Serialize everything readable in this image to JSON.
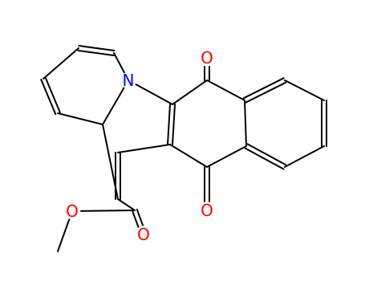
{
  "molecule": {
    "atoms": [
      {
        "id": "a1",
        "element": "C",
        "label": ""
      },
      {
        "id": "a2",
        "element": "C",
        "label": ""
      },
      {
        "id": "a3",
        "element": "C",
        "label": ""
      },
      {
        "id": "a4",
        "element": "C",
        "label": ""
      },
      {
        "id": "a5",
        "element": "C",
        "label": ""
      },
      {
        "id": "n6",
        "element": "N",
        "label": "N"
      },
      {
        "id": "a7",
        "element": "C",
        "label": ""
      },
      {
        "id": "a8",
        "element": "C",
        "label": ""
      },
      {
        "id": "a9",
        "element": "C",
        "label": ""
      },
      {
        "id": "a10",
        "element": "C",
        "label": ""
      },
      {
        "id": "o11",
        "element": "O",
        "label": "O"
      },
      {
        "id": "a12",
        "element": "C",
        "label": ""
      },
      {
        "id": "a13",
        "element": "C",
        "label": ""
      },
      {
        "id": "a14",
        "element": "C",
        "label": ""
      },
      {
        "id": "a15",
        "element": "C",
        "label": ""
      },
      {
        "id": "a16",
        "element": "C",
        "label": ""
      },
      {
        "id": "a17",
        "element": "C",
        "label": ""
      },
      {
        "id": "a18",
        "element": "C",
        "label": ""
      },
      {
        "id": "o19",
        "element": "O",
        "label": "O"
      },
      {
        "id": "a20",
        "element": "C",
        "label": ""
      },
      {
        "id": "a21",
        "element": "C",
        "label": ""
      },
      {
        "id": "o22",
        "element": "O",
        "label": "O"
      },
      {
        "id": "o23",
        "element": "O",
        "label": "O"
      },
      {
        "id": "a24",
        "element": "C",
        "label": ""
      }
    ],
    "bonds": [
      {
        "id": "b1",
        "from": "a1",
        "to": "a2",
        "order": 2
      },
      {
        "id": "b2",
        "from": "a2",
        "to": "a3",
        "order": 1
      },
      {
        "id": "b3",
        "from": "a3",
        "to": "a4",
        "order": 2
      },
      {
        "id": "b4",
        "from": "a4",
        "to": "a5",
        "order": 1
      },
      {
        "id": "b5",
        "from": "a5",
        "to": "n6",
        "order": 1
      },
      {
        "id": "b6",
        "from": "n6",
        "to": "a1",
        "order": 1
      },
      {
        "id": "b7",
        "from": "n6",
        "to": "a7",
        "order": 1
      },
      {
        "id": "b8",
        "from": "a7",
        "to": "a8",
        "order": 2
      },
      {
        "id": "b9",
        "from": "a8",
        "to": "a9",
        "order": 1
      },
      {
        "id": "b10",
        "from": "a9",
        "to": "a20",
        "order": 2
      },
      {
        "id": "b11",
        "from": "a20",
        "to": "a5",
        "order": 1
      },
      {
        "id": "b12",
        "from": "a7",
        "to": "a10",
        "order": 1
      },
      {
        "id": "b13",
        "from": "a10",
        "to": "o11",
        "order": 2
      },
      {
        "id": "b14",
        "from": "a10",
        "to": "a12",
        "order": 1
      },
      {
        "id": "b15",
        "from": "a12",
        "to": "a13",
        "order": 2
      },
      {
        "id": "b16",
        "from": "a13",
        "to": "a14",
        "order": 1
      },
      {
        "id": "b17",
        "from": "a14",
        "to": "a15",
        "order": 2
      },
      {
        "id": "b18",
        "from": "a15",
        "to": "a16",
        "order": 1
      },
      {
        "id": "b19",
        "from": "a16",
        "to": "a17",
        "order": 2
      },
      {
        "id": "b20",
        "from": "a17",
        "to": "a12",
        "order": 1
      },
      {
        "id": "b21",
        "from": "a17",
        "to": "a18",
        "order": 1
      },
      {
        "id": "b22",
        "from": "a18",
        "to": "o19",
        "order": 2
      },
      {
        "id": "b23",
        "from": "a18",
        "to": "a8",
        "order": 1
      },
      {
        "id": "b24",
        "from": "a20",
        "to": "a21",
        "order": 1
      },
      {
        "id": "b25",
        "from": "a21",
        "to": "o22",
        "order": 2
      },
      {
        "id": "b26",
        "from": "a21",
        "to": "o23",
        "order": 1
      },
      {
        "id": "b27",
        "from": "o23",
        "to": "a24",
        "order": 1
      }
    ]
  },
  "colors": {
    "carbon_bond": "#000000",
    "nitrogen": "#0000ff",
    "oxygen": "#ff0000",
    "background": "#ffffff"
  }
}
